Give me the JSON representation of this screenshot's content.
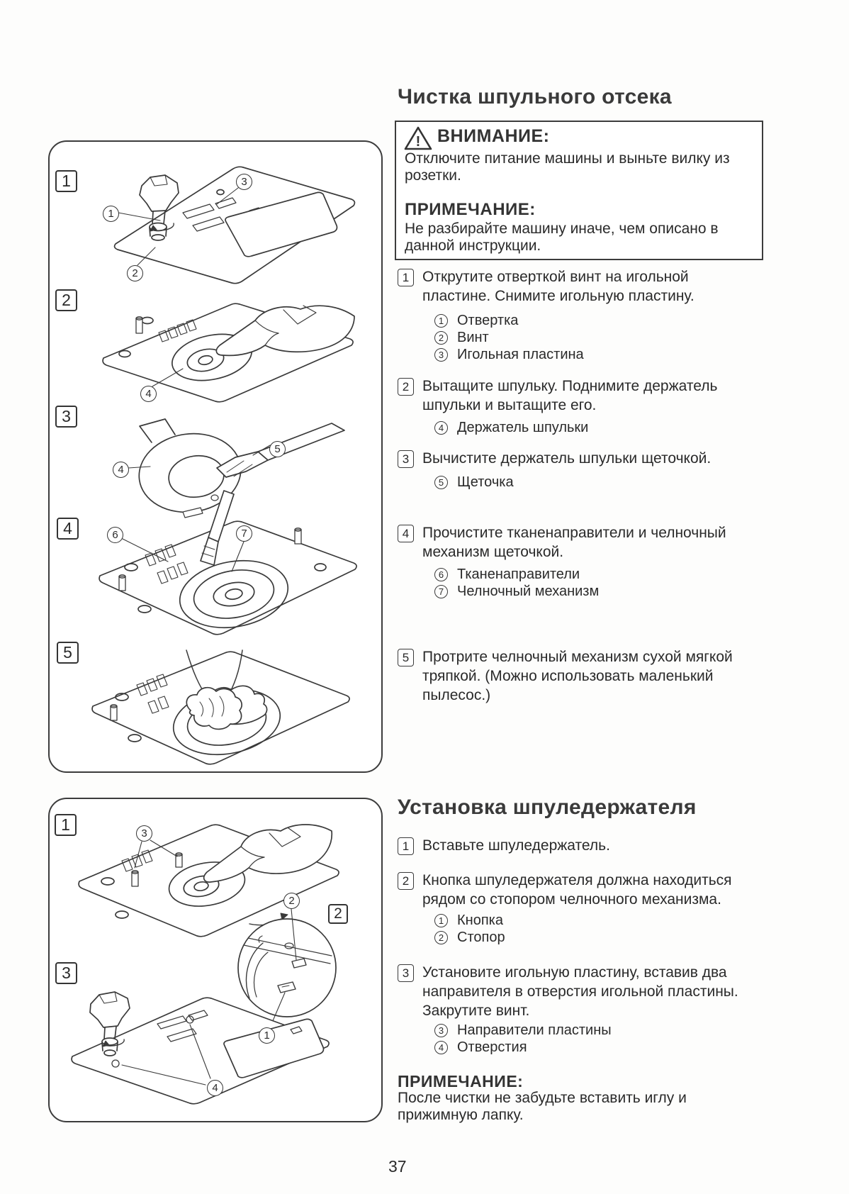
{
  "page": {
    "number": "37"
  },
  "section1": {
    "title": "Чистка шпульного отсека",
    "warning": {
      "heading": "ВНИМАНИЕ:",
      "text": "Отключите питание машины и выньте вилку из\nрозетки.",
      "note_heading": "ПРИМЕЧАНИЕ:",
      "note_text": "Не разбирайте машину иначе, чем описано в\nданной инструкции."
    },
    "steps": [
      {
        "num": "1",
        "text": "Открутите  отверткой винт на игольной\nпластине. Снимите игольную пластину.",
        "parts": [
          {
            "num": "1",
            "label": "Отвертка"
          },
          {
            "num": "2",
            "label": "Винт"
          },
          {
            "num": "3",
            "label": "Игольная пластина"
          }
        ]
      },
      {
        "num": "2",
        "text": "Вытащите шпульку. Поднимите держатель\nшпульки и вытащите его.",
        "parts": [
          {
            "num": "4",
            "label": "Держатель шпульки"
          }
        ]
      },
      {
        "num": "3",
        "text": "Вычистите держатель шпульки щеточкой.",
        "parts": [
          {
            "num": "5",
            "label": "Щеточка"
          }
        ]
      },
      {
        "num": "4",
        "text": "Прочистите тканенаправители и челночный\nмеханизм щеточкой.",
        "parts": [
          {
            "num": "6",
            "label": "Тканенаправители"
          },
          {
            "num": "7",
            "label": "Челночный механизм"
          }
        ]
      },
      {
        "num": "5",
        "text": "Протрите челночный механизм сухой мягкой\nтряпкой. (Можно использовать маленький\nпылесос.)",
        "parts": []
      }
    ]
  },
  "section2": {
    "title": "Установка шпуледержателя",
    "steps": [
      {
        "num": "1",
        "text": "Вставьте шпуледержатель.",
        "parts": []
      },
      {
        "num": "2",
        "text": "Кнопка шпуледержателя должна находиться\nрядом со стопором челночного механизма.",
        "parts": [
          {
            "num": "1",
            "label": "Кнопка"
          },
          {
            "num": "2",
            "label": "Стопор"
          }
        ]
      },
      {
        "num": "3",
        "text": "Установите игольную пластину, вставив два\nнаправителя в отверстия игольной пластины.\nЗакрутите винт.",
        "parts": [
          {
            "num": "3",
            "label": "Направители пластины"
          },
          {
            "num": "4",
            "label": "Отверстия"
          }
        ]
      }
    ],
    "note_heading": "ПРИМЕЧАНИЕ:",
    "note_text": "После чистки не забудьте вставить иглу и\nприжимную лапку."
  },
  "figures": {
    "box1": {
      "steps": [
        "1",
        "2",
        "3",
        "4",
        "5"
      ],
      "callouts": [
        "1",
        "3",
        "2",
        "4",
        "4",
        "5",
        "6",
        "7"
      ]
    },
    "box2": {
      "steps": [
        "1",
        "2",
        "3"
      ],
      "callouts": [
        "3",
        "2",
        "1",
        "4"
      ]
    }
  }
}
